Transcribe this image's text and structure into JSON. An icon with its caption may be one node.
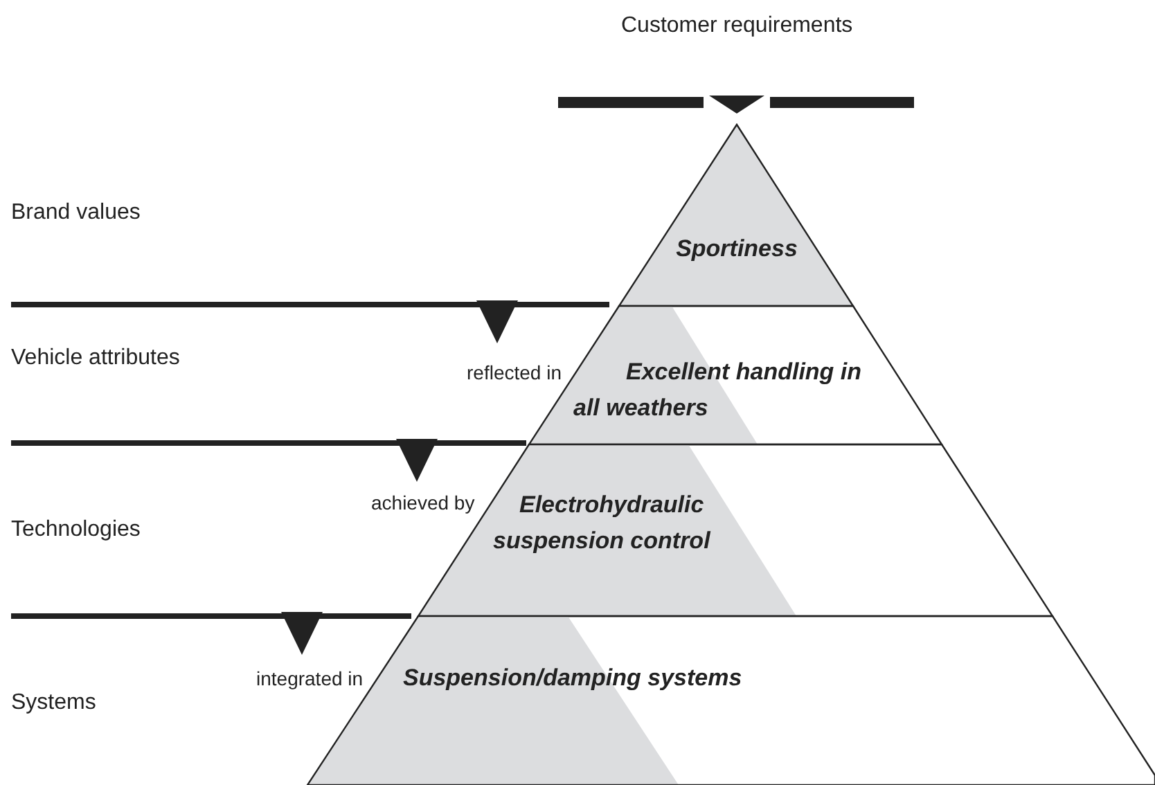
{
  "diagram": {
    "nodes": [
      {
        "text": [
          "Sportiness"
        ]
      },
      {
        "text": [
          "Excellent handling in all weathers"
        ]
      },
      {
        "text": [
          "Electrohydraulic suspension control"
        ]
      },
      {
        "text": [
          "Suspension/damping systems"
        ]
      }
    ],
    "labels": [
      "Customer requirements",
      "Brand values",
      "Vehicle attributes",
      "reflected in",
      "achieved by",
      "Technologies",
      "integrated in",
      "Systems"
    ]
  }
}
